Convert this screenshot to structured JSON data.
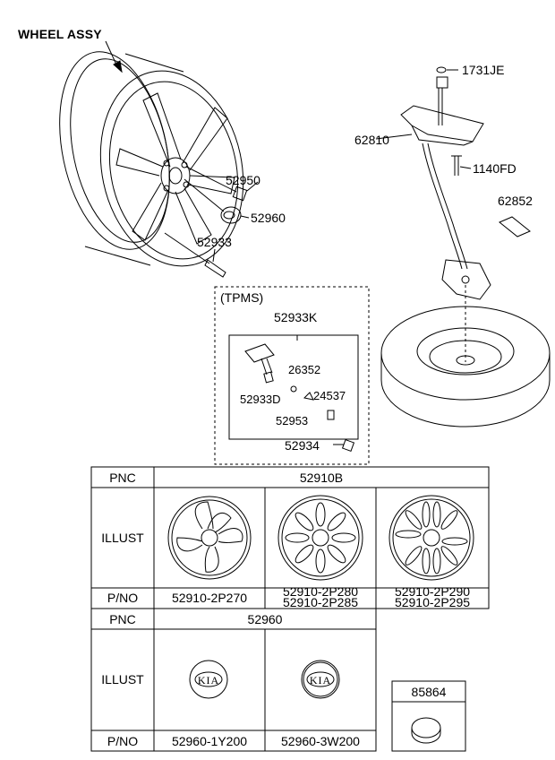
{
  "title": "WHEEL ASSY",
  "parts": {
    "p_1731JE": "1731JE",
    "p_62810": "62810",
    "p_1140FD": "1140FD",
    "p_62852": "62852",
    "p_52950": "52950",
    "p_52960": "52960",
    "p_52933": "52933"
  },
  "tpms": {
    "header": "(TPMS)",
    "kit": "52933K",
    "p_26352": "26352",
    "p_52933D": "52933D",
    "p_24537": "24537",
    "p_52953": "52953",
    "p_52934": "52934"
  },
  "table1": {
    "pnc_label": "PNC",
    "pnc_value": "52910B",
    "illust_label": "ILLUST",
    "pno_label": "P/NO",
    "pno": [
      "52910-2P270",
      "52910-2P280",
      "52910-2P285",
      "52910-2P290",
      "52910-2P295"
    ]
  },
  "table2": {
    "pnc_label": "PNC",
    "pnc_value": "52960",
    "illust_label": "ILLUST",
    "pno_label": "P/NO",
    "pno": [
      "52960-1Y200",
      "52960-3W200"
    ],
    "badge_text": "KIA"
  },
  "box3": {
    "pnc": "85864"
  }
}
